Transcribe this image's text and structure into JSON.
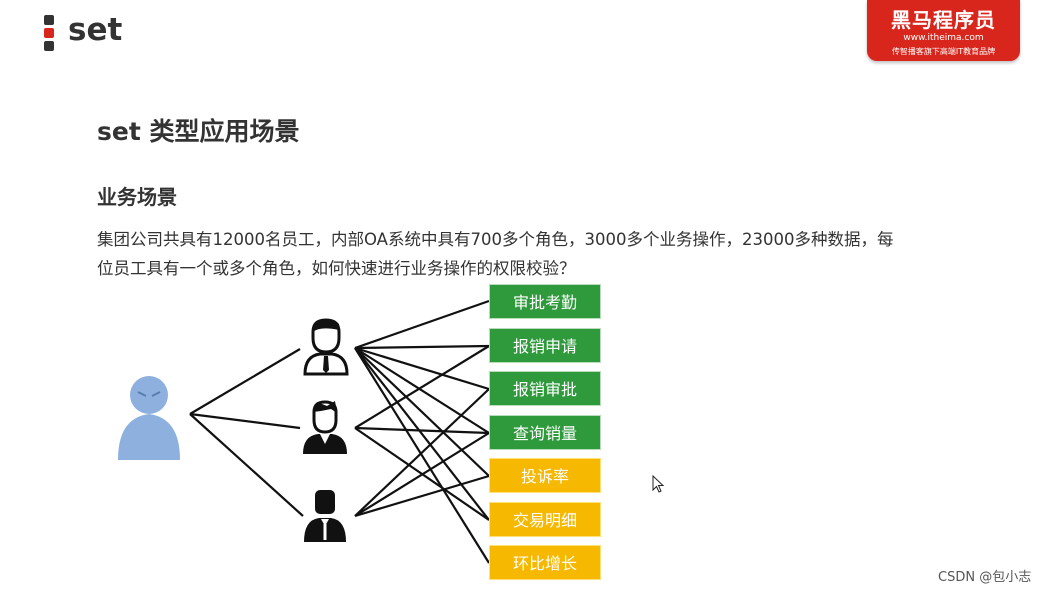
{
  "header": {
    "title": "set"
  },
  "brand": {
    "name": "黑马程序员",
    "url": "www.itheima.com",
    "slogan": "传智播客旗下高端IT教育品牌"
  },
  "content": {
    "section_title": "set 类型应用场景",
    "sub_title": "业务场景",
    "desc_line1": "集团公司共具有12000名员工，内部OA系统中具有700多个角色，3000多个业务操作，23000多种数据，每",
    "desc_line2": "位员工具有一个或多个角色，如何快速进行业务操作的权限校验？"
  },
  "permissions": [
    {
      "label": "审批考勤",
      "color": "#2f9a3c"
    },
    {
      "label": "报销申请",
      "color": "#2f9a3c"
    },
    {
      "label": "报销审批",
      "color": "#2f9a3c"
    },
    {
      "label": "查询销量",
      "color": "#2f9a3c"
    },
    {
      "label": "投诉率",
      "color": "#f6b800"
    },
    {
      "label": "交易明细",
      "color": "#f6b800"
    },
    {
      "label": "环比增长",
      "color": "#f6b800"
    }
  ],
  "icons": {
    "user": "user-avatar-icon",
    "roles": [
      "manager-role-icon",
      "staff-role-icon",
      "executive-role-icon"
    ]
  },
  "watermark": "CSDN @包小志"
}
